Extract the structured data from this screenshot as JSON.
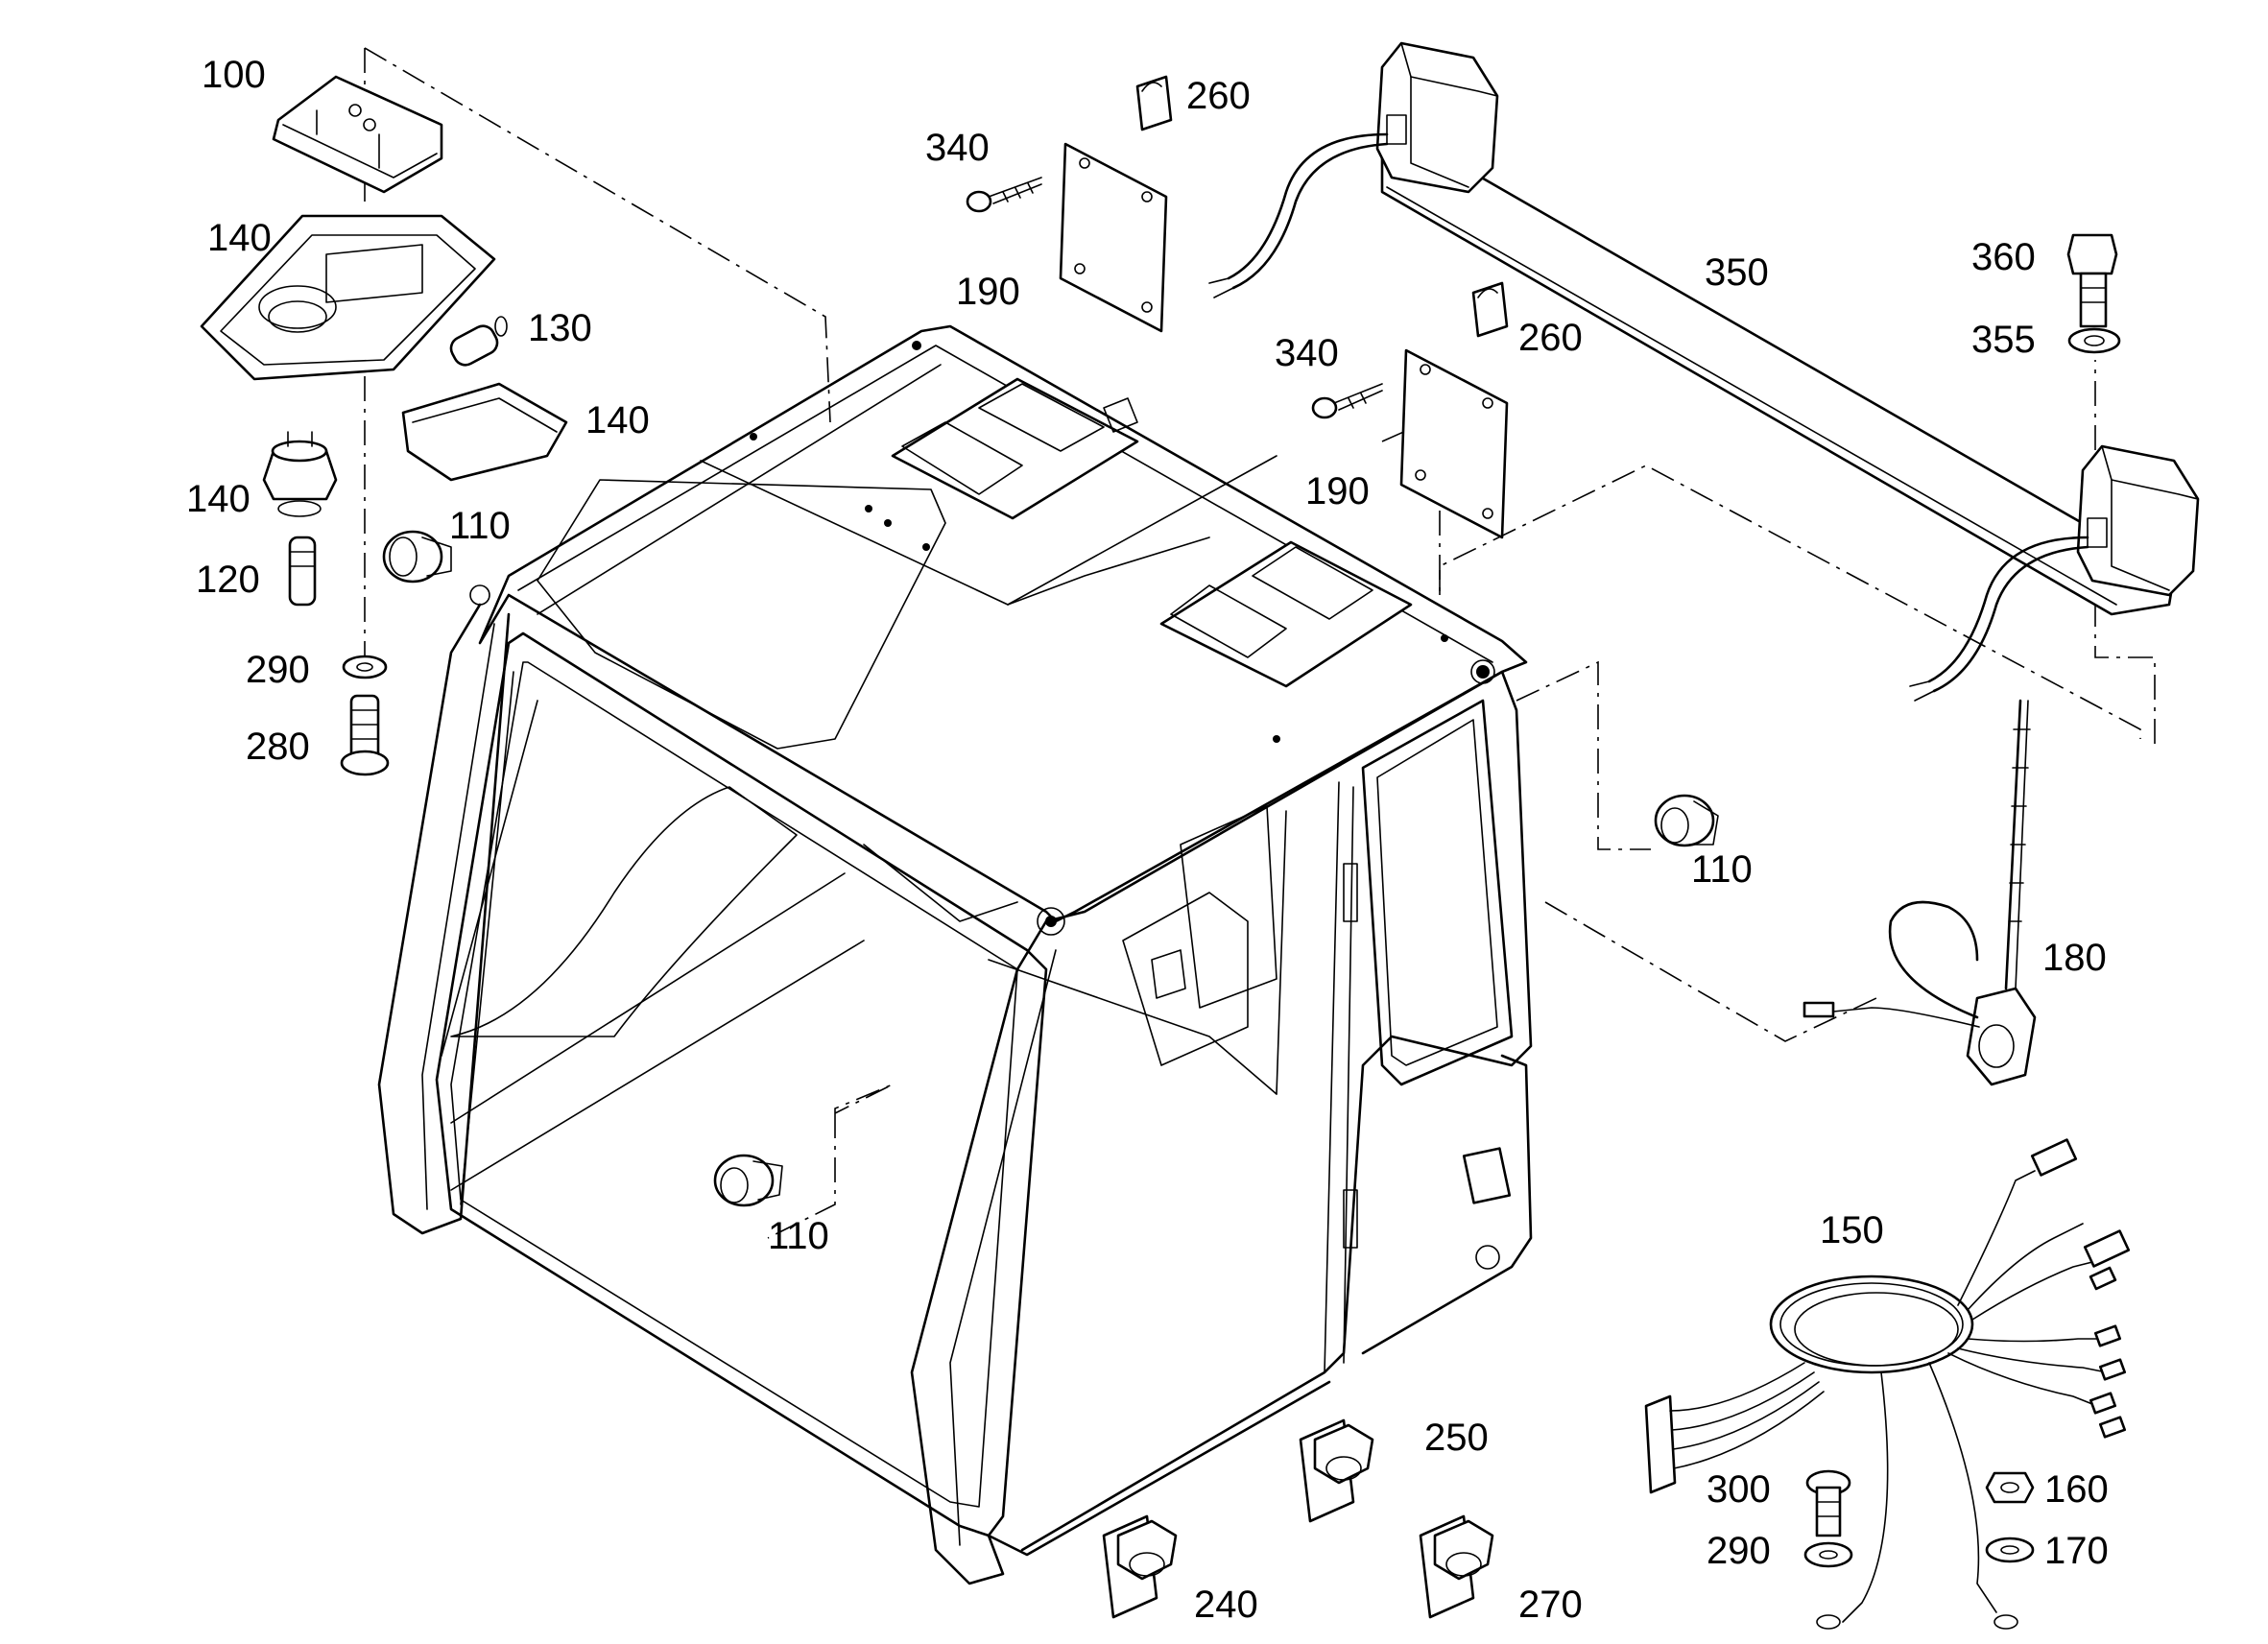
{
  "colors": {
    "background": "#ffffff",
    "line": "#000000"
  },
  "callouts": [
    {
      "id": "100",
      "text": "100"
    },
    {
      "id": "140a",
      "text": "140"
    },
    {
      "id": "130",
      "text": "130"
    },
    {
      "id": "140b",
      "text": "140"
    },
    {
      "id": "140c",
      "text": "140"
    },
    {
      "id": "120",
      "text": "120"
    },
    {
      "id": "110a",
      "text": "110"
    },
    {
      "id": "290a",
      "text": "290"
    },
    {
      "id": "280",
      "text": "280"
    },
    {
      "id": "340a",
      "text": "340"
    },
    {
      "id": "260a",
      "text": "260"
    },
    {
      "id": "190a",
      "text": "190"
    },
    {
      "id": "340b",
      "text": "340"
    },
    {
      "id": "260b",
      "text": "260"
    },
    {
      "id": "190b",
      "text": "190"
    },
    {
      "id": "350",
      "text": "350"
    },
    {
      "id": "360",
      "text": "360"
    },
    {
      "id": "355",
      "text": "355"
    },
    {
      "id": "110b",
      "text": "110"
    },
    {
      "id": "180",
      "text": "180"
    },
    {
      "id": "110c",
      "text": "110"
    },
    {
      "id": "150",
      "text": "150"
    },
    {
      "id": "250",
      "text": "250"
    },
    {
      "id": "300",
      "text": "300"
    },
    {
      "id": "160",
      "text": "160"
    },
    {
      "id": "290b",
      "text": "290"
    },
    {
      "id": "170",
      "text": "170"
    },
    {
      "id": "240",
      "text": "240"
    },
    {
      "id": "270",
      "text": "270"
    }
  ]
}
